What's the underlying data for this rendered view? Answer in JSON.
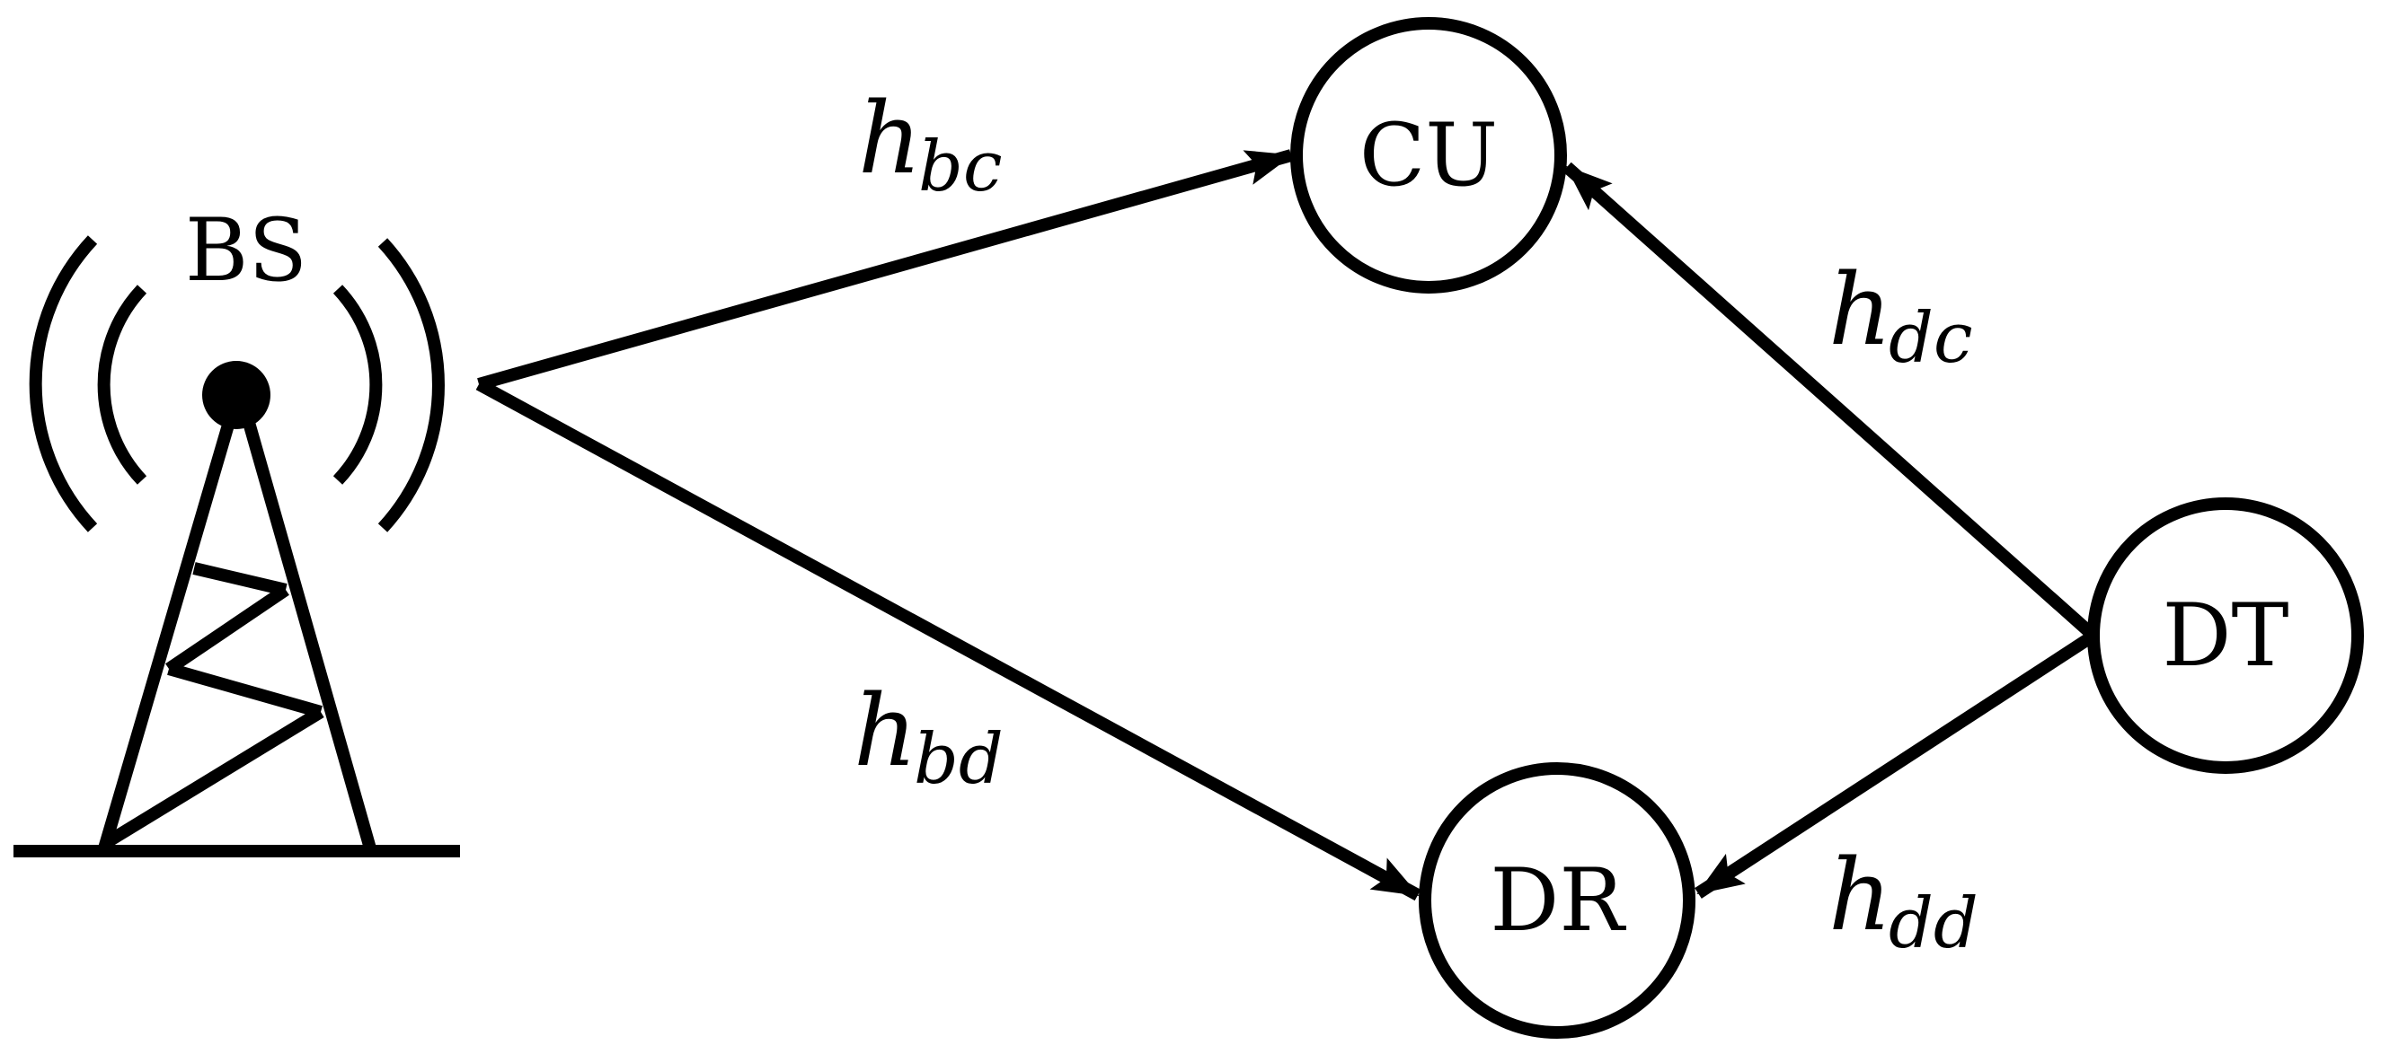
{
  "nodes": {
    "bs": {
      "label": "BS"
    },
    "cu": {
      "label": "CU"
    },
    "dt": {
      "label": "DT"
    },
    "dr": {
      "label": "DR"
    }
  },
  "channels": {
    "bc": {
      "main": "h",
      "sub": "bc"
    },
    "bd": {
      "main": "h",
      "sub": "bd"
    },
    "dc": {
      "main": "h",
      "sub": "dc"
    },
    "dd": {
      "main": "h",
      "sub": "dd"
    }
  },
  "colors": {
    "stroke": "#000000",
    "background": "#ffffff"
  }
}
